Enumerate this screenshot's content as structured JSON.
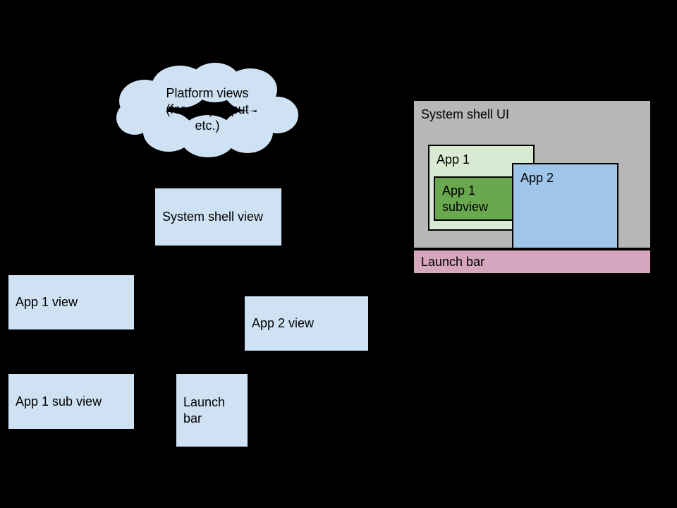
{
  "cloud": {
    "label": "Platform views\n(for a11y, input\netc.)"
  },
  "view_boxes": {
    "system_shell": {
      "label": "System shell view"
    },
    "app1": {
      "label": "App 1 view"
    },
    "app2": {
      "label": "App 2 view"
    },
    "app1_sub": {
      "label": "App 1 sub view"
    },
    "launch_bar": {
      "label": "Launch\nbar"
    }
  },
  "shell_ui": {
    "title": "System shell UI",
    "app1": {
      "label": "App 1"
    },
    "app1_subview": {
      "label": "App 1\nsubview"
    },
    "app2": {
      "label": "App 2"
    },
    "launch_bar": {
      "label": "Launch bar"
    }
  },
  "colors": {
    "background": "#000000",
    "view_box_light_blue": "#cfe2f3",
    "shell_gray": "#b7b7b7",
    "app1_light_green": "#d9ead3",
    "app1_subview_dark_green": "#6aa84f",
    "app2_blue": "#9fc5e8",
    "launch_bar_pink": "#d5a6bd",
    "outline": "#000000"
  }
}
